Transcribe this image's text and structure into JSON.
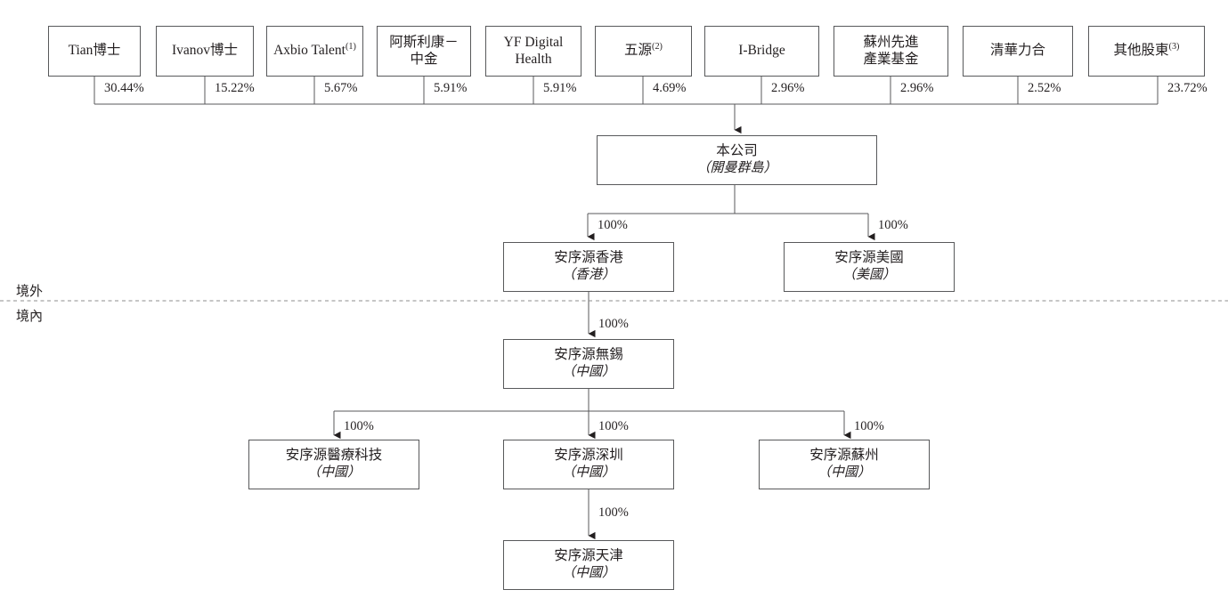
{
  "diagram": {
    "title": "Shareholding and corporate structure chart",
    "line_color": "#58595b",
    "text_color": "#231f20",
    "divider_color": "#8c8c8c",
    "background": "#ffffff"
  },
  "shareholders": [
    {
      "name": "Tian博士",
      "note": "",
      "percent": "30.44%"
    },
    {
      "name": "Ivanov博士",
      "note": "",
      "percent": "15.22%"
    },
    {
      "name": "Axbio Talent",
      "note": "(1)",
      "percent": "5.67%"
    },
    {
      "name": "阿斯利康－\n中金",
      "note": "",
      "percent": "5.91%"
    },
    {
      "name": "YF Digital\nHealth",
      "note": "",
      "percent": "5.91%"
    },
    {
      "name": "五源",
      "note": "(2)",
      "percent": "4.69%"
    },
    {
      "name": "I-Bridge",
      "note": "",
      "percent": "2.96%"
    },
    {
      "name": "蘇州先進\n產業基金",
      "note": "",
      "percent": "2.96%"
    },
    {
      "name": "清華力合",
      "note": "",
      "percent": "2.52%"
    },
    {
      "name": "其他股東",
      "note": "(3)",
      "percent": "23.72%"
    }
  ],
  "entities": {
    "company": {
      "name": "本公司",
      "location": "（開曼群島）"
    },
    "hongkong": {
      "name": "安序源香港",
      "location": "（香港）"
    },
    "usa": {
      "name": "安序源美國",
      "location": "（美國）"
    },
    "wuxi": {
      "name": "安序源無錫",
      "location": "（中國）"
    },
    "medtech": {
      "name": "安序源醫療科技",
      "location": "（中國）"
    },
    "shenzhen": {
      "name": "安序源深圳",
      "location": "（中國）"
    },
    "suzhou": {
      "name": "安序源蘇州",
      "location": "（中國）"
    },
    "tianjin": {
      "name": "安序源天津",
      "location": "（中國）"
    }
  },
  "ownership_labels": {
    "company_to_hk": "100%",
    "company_to_us": "100%",
    "hk_to_wuxi": "100%",
    "wuxi_to_medtech": "100%",
    "wuxi_to_shenzhen": "100%",
    "wuxi_to_suzhou": "100%",
    "shenzhen_to_tianjin": "100%"
  },
  "regions": {
    "offshore": "境外",
    "onshore": "境內"
  }
}
